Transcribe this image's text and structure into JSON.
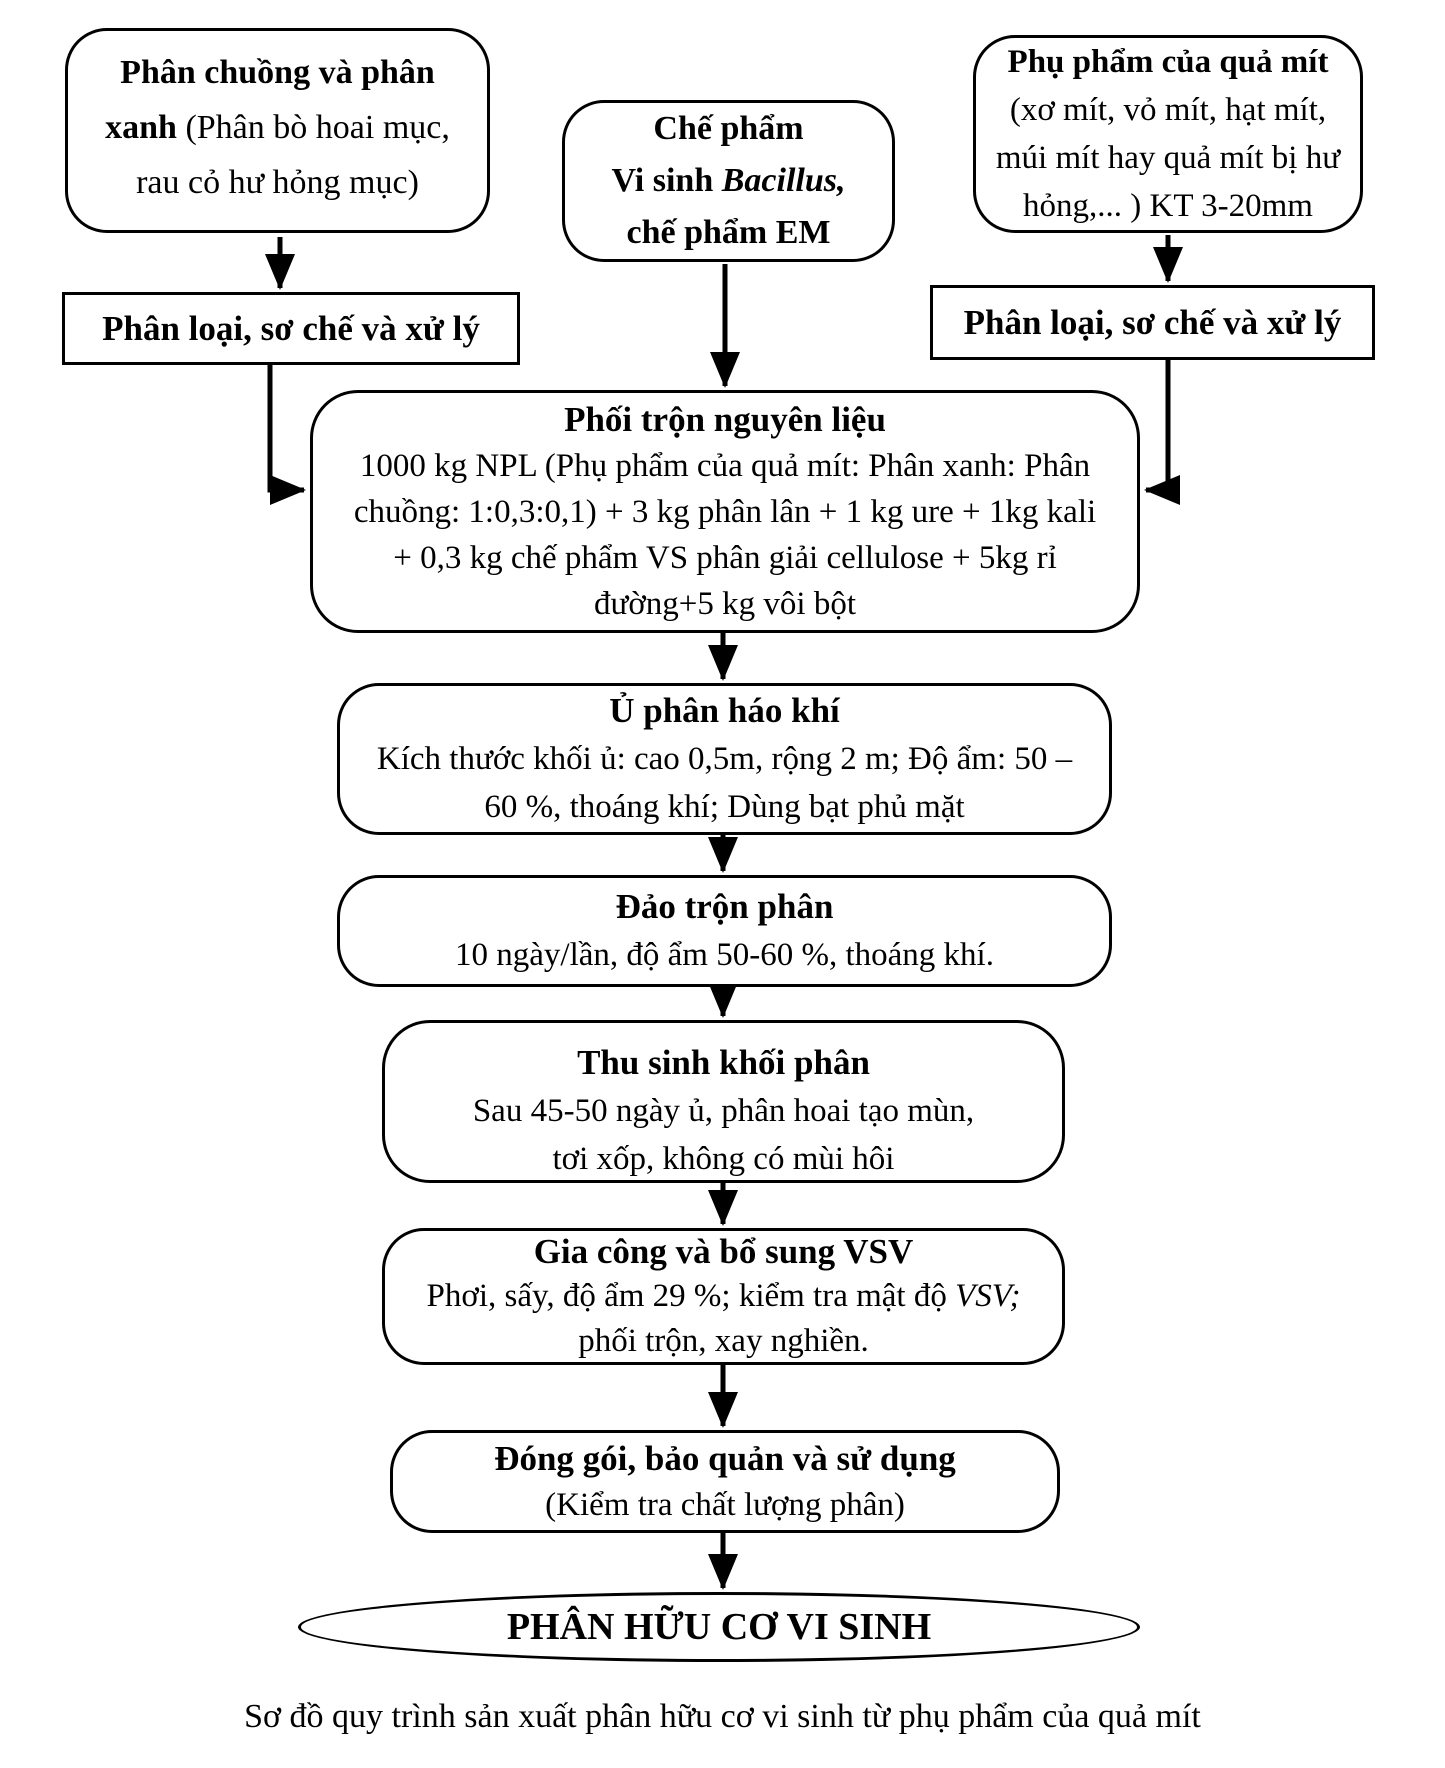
{
  "colors": {
    "ink": "#000000",
    "background": "#ffffff"
  },
  "caption": "Sơ đồ quy trình sản xuất phân hữu cơ vi sinh từ phụ phẩm của quả mít",
  "nodes": {
    "manure": {
      "line1_bold": "Phân chuồng và phân",
      "line2_bold": "xanh",
      "line2_rest": "(Phân bò hoai mục,",
      "line3": "rau cỏ hư hỏng mục)"
    },
    "inoculant": {
      "line1": "Chế phẩm",
      "line2_bold": "Vi sinh",
      "line2_bold_italic": "Bacillus,",
      "line3": "chế phẩm EM"
    },
    "jackfruit": {
      "line1_bold": "Phụ phẩm của quả mít",
      "line2": "(xơ mít, vỏ mít, hạt mít,",
      "line3": "múi mít hay quả mít bị hư",
      "line4": "hỏng,... ) KT 3-20mm"
    },
    "sort_left": {
      "label": "Phân loại, sơ chế và xử lý"
    },
    "sort_right": {
      "label": "Phân loại, sơ chế và xử lý"
    },
    "mix": {
      "title": "Phối trộn nguyên liệu",
      "lines": [
        "1000 kg NPL (Phụ phẩm của quả mít: Phân xanh: Phân",
        "chuồng: 1:0,3:0,1) + 3 kg phân lân + 1 kg ure + 1kg kali",
        "+ 0,3 kg chế phẩm VS phân giải cellulose + 5kg rỉ",
        "đường+5 kg vôi bột"
      ]
    },
    "compost": {
      "title": "Ủ phân háo khí",
      "lines": [
        "Kích thước khối ủ: cao 0,5m, rộng 2 m; Độ ẩm: 50 –",
        "60 %, thoáng khí; Dùng bạt phủ mặt"
      ]
    },
    "turn": {
      "title": "Đảo trộn phân",
      "lines": [
        "10 ngày/lần, độ ẩm 50-60 %, thoáng khí."
      ]
    },
    "harvest": {
      "title": "Thu sinh khối phân",
      "lines": [
        "Sau 45-50 ngày ủ, phân hoai tạo mùn,",
        "tơi xốp, không có mùi hôi"
      ]
    },
    "process": {
      "title": "Gia công và bổ sung VSV",
      "line1_normal": "Phơi, sấy, độ ẩm 29 %; kiểm tra mật độ",
      "line1_italic": "VSV;",
      "line2": "phối trộn, xay nghiền."
    },
    "package": {
      "title": "Đóng gói, bảo quản và sử dụng",
      "lines": [
        "(Kiểm tra chất lượng phân)"
      ]
    },
    "product": {
      "label": "PHÂN HỮU CƠ VI SINH"
    }
  }
}
